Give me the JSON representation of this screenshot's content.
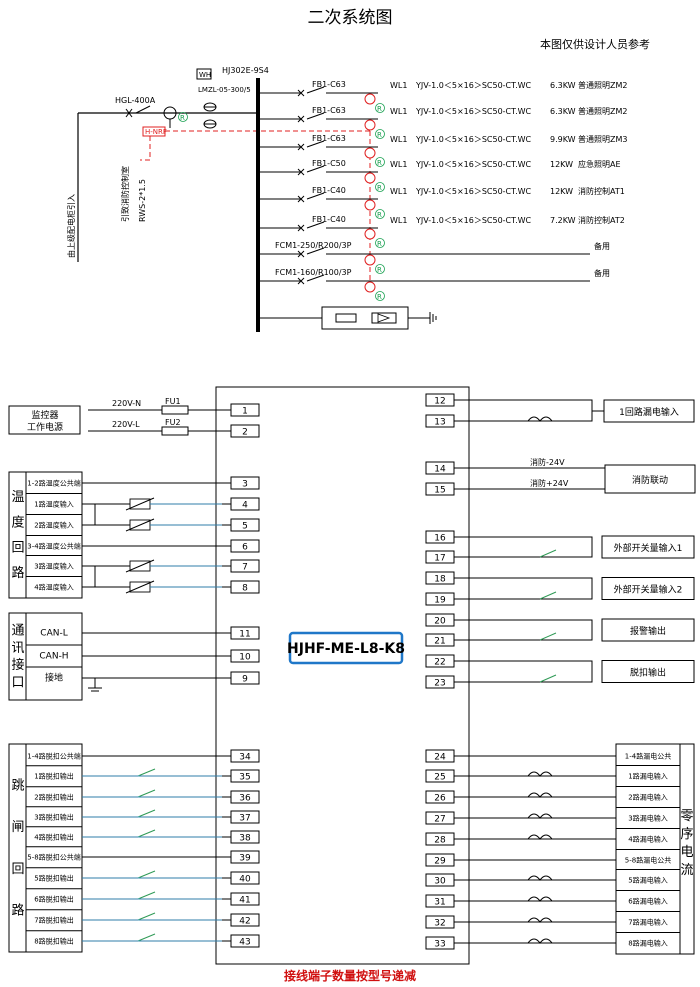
{
  "title": "二次系统图",
  "note": "本图仅供设计人员参考",
  "upper": {
    "incoming_label": "由上级配电柜引入",
    "main_breaker": "HGL-400A",
    "meter": "WH",
    "meter_model": "HJ302E-9S4",
    "ct_model": "LMZL-05-300/5",
    "control_cable_1": "引致消防控制室",
    "control_cable_2": "RWS-2*1.5",
    "h_tag": "H-NRF",
    "gc_label": "R",
    "feeders": [
      {
        "breaker": "FB1-C63",
        "wl": "WL1",
        "spec": "YJV-1.0＜5×16＞SC50-CT.WC",
        "load": "6.3KW",
        "usage": "普通照明ZM2"
      },
      {
        "breaker": "FB1-C63",
        "wl": "WL1",
        "spec": "YJV-1.0＜5×16＞SC50-CT.WC",
        "load": "6.3KW",
        "usage": "普通照明ZM2"
      },
      {
        "breaker": "FB1-C63",
        "wl": "WL1",
        "spec": "YJV-1.0＜5×16＞SC50-CT.WC",
        "load": "9.9KW",
        "usage": "普通照明ZM3"
      },
      {
        "breaker": "FB1-C50",
        "wl": "WL1",
        "spec": "YJV-1.0＜5×16＞SC50-CT.WC",
        "load": "12KW",
        "usage": "应急照明AE"
      },
      {
        "breaker": "FB1-C40",
        "wl": "WL1",
        "spec": "YJV-1.0＜5×16＞SC50-CT.WC",
        "load": "12KW",
        "usage": "消防控制AT1"
      },
      {
        "breaker": "FB1-C40",
        "wl": "WL1",
        "spec": "YJV-1.0＜5×16＞SC50-CT.WC",
        "load": "7.2KW",
        "usage": "消防控制AT2"
      },
      {
        "breaker": "FCM1-250/R200/3P",
        "wl": "",
        "spec": "",
        "load": "",
        "usage": "备用"
      },
      {
        "breaker": "FCM1-160/R100/3P",
        "wl": "",
        "spec": "",
        "load": "",
        "usage": "备用"
      }
    ]
  },
  "lower": {
    "model": "HJHF-ME-L8-K8",
    "footer": "接线端子数量按型号递减",
    "power": {
      "box": [
        "监控器",
        "工作电源"
      ],
      "lines": [
        {
          "label": "220V-N",
          "fuse": "FU1",
          "terminal": "1"
        },
        {
          "label": "220V-L",
          "fuse": "FU2",
          "terminal": "2"
        }
      ]
    },
    "temp": {
      "group_label": [
        "温",
        "度",
        "回",
        "路"
      ],
      "rows": [
        {
          "label": "1-2路温度公共端",
          "terminal": "3"
        },
        {
          "label": "1路温度输入",
          "terminal": "4"
        },
        {
          "label": "2路温度输入",
          "terminal": "5"
        },
        {
          "label": "3-4路温度公共端",
          "terminal": "6"
        },
        {
          "label": "3路温度输入",
          "terminal": "7"
        },
        {
          "label": "4路温度输入",
          "terminal": "8"
        }
      ]
    },
    "comm": {
      "group_label": [
        "通",
        "讯",
        "接",
        "口"
      ],
      "rows": [
        {
          "label": "CAN-L",
          "terminal": "11"
        },
        {
          "label": "CAN-H",
          "terminal": "10"
        },
        {
          "label": "接地",
          "terminal": "9"
        }
      ]
    },
    "trip": {
      "group_label": [
        "跳",
        "闸",
        "回",
        "路"
      ],
      "rows": [
        {
          "label": "1-4路脱扣公共端",
          "terminal": "34"
        },
        {
          "label": "1路脱扣输出",
          "terminal": "35"
        },
        {
          "label": "2路脱扣输出",
          "terminal": "36"
        },
        {
          "label": "3路脱扣输出",
          "terminal": "37"
        },
        {
          "label": "4路脱扣输出",
          "terminal": "38"
        },
        {
          "label": "5-8路脱扣公共端",
          "terminal": "39"
        },
        {
          "label": "5路脱扣输出",
          "terminal": "40"
        },
        {
          "label": "6路脱扣输出",
          "terminal": "41"
        },
        {
          "label": "7路脱扣输出",
          "terminal": "42"
        },
        {
          "label": "8路脱扣输出",
          "terminal": "43"
        }
      ]
    },
    "right_top": {
      "leak1": {
        "terminals": [
          "12",
          "13"
        ],
        "label": "1回路漏电输入"
      },
      "fire": {
        "terminals": [
          "14",
          "15"
        ],
        "lines": [
          "消防-24V",
          "消防+24V"
        ],
        "label": "消防联动"
      },
      "ext1": {
        "terminals": [
          "16",
          "17"
        ],
        "label": "外部开关量输入1"
      },
      "ext2": {
        "terminals": [
          "18",
          "19"
        ],
        "label": "外部开关量输入2"
      },
      "alarm": {
        "terminals": [
          "20",
          "21"
        ],
        "label": "报警输出"
      },
      "trip_out": {
        "terminals": [
          "22",
          "23"
        ],
        "label": "脱扣输出"
      }
    },
    "leak": {
      "group_label": [
        "零",
        "序",
        "电",
        "流"
      ],
      "rows": [
        {
          "label": "1-4路漏电公共",
          "terminal": "24"
        },
        {
          "label": "1路漏电输入",
          "terminal": "25"
        },
        {
          "label": "2路漏电输入",
          "terminal": "26"
        },
        {
          "label": "3路漏电输入",
          "terminal": "27"
        },
        {
          "label": "4路漏电输入",
          "terminal": "28"
        },
        {
          "label": "5-8路漏电公共",
          "terminal": "29"
        },
        {
          "label": "5路漏电输入",
          "terminal": "30"
        },
        {
          "label": "6路漏电输入",
          "terminal": "31"
        },
        {
          "label": "7路漏电输入",
          "terminal": "32"
        },
        {
          "label": "8路漏电输入",
          "terminal": "33"
        }
      ]
    }
  }
}
